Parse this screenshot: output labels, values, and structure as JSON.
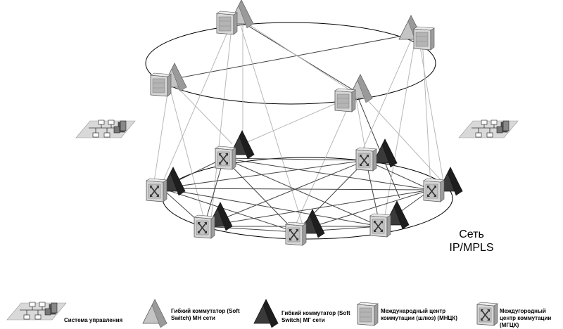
{
  "network_label": {
    "line1": "Сеть",
    "line2": "IP/MPLS"
  },
  "legend": {
    "management": "Система управления",
    "softswitch_mn": "Гибкий коммутатор (Soft Switch) МН сети",
    "softswitch_mg": "Гибкий коммутатор (Soft Switch) МГ сети",
    "mnck": "Международный центр коммутации (шлюз) (МНЦК)",
    "mgck": "Междугородный центр коммутации (МГЦК)"
  },
  "colors": {
    "light_switch": "#bdbdbd",
    "dark_switch": "#333333",
    "light_link": "#b8b8b8",
    "dark_link": "#404040"
  }
}
